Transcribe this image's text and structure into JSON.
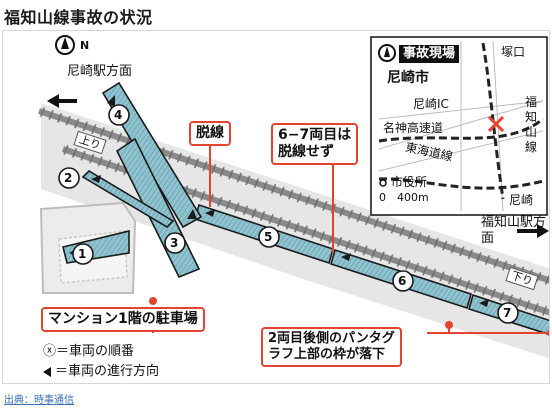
{
  "title": "福知山線事故の状況",
  "source": "出典：時事通信",
  "labels": {
    "amagasaki_dir": "尼崎駅方面",
    "fukuchiyama_dir": "福知山駅方面",
    "up": "上り",
    "down": "下り",
    "derail": "脱線",
    "no_derail": "6−7両目は\n脱線せず",
    "parking": "マンション1階の駐車場",
    "pantograph": "2両目後側のパンタグ\nラフ上部の枠が落下",
    "north": "N"
  },
  "cars": [
    "1",
    "2",
    "3",
    "4",
    "5",
    "6",
    "7"
  ],
  "legend": {
    "order": "＝車両の順番",
    "order_symbol": "ⓧ",
    "direction": "＝車両の進行方向"
  },
  "inset": {
    "title": "事故現場",
    "tsukaguchi": "塚口",
    "amagasaki_city": "尼崎市",
    "amagasaki_ic": "尼崎IC",
    "meishin": "名神高速道",
    "tokaido": "東海道線",
    "fukuchiyama_line": "福知山線",
    "city_hall": "市役所",
    "amagasaki": "尼崎",
    "scale": "0　400m"
  },
  "colors": {
    "accent_red": "#e4432f",
    "car_fill": "#8fc3cf",
    "ground": "#e6e6e6"
  }
}
